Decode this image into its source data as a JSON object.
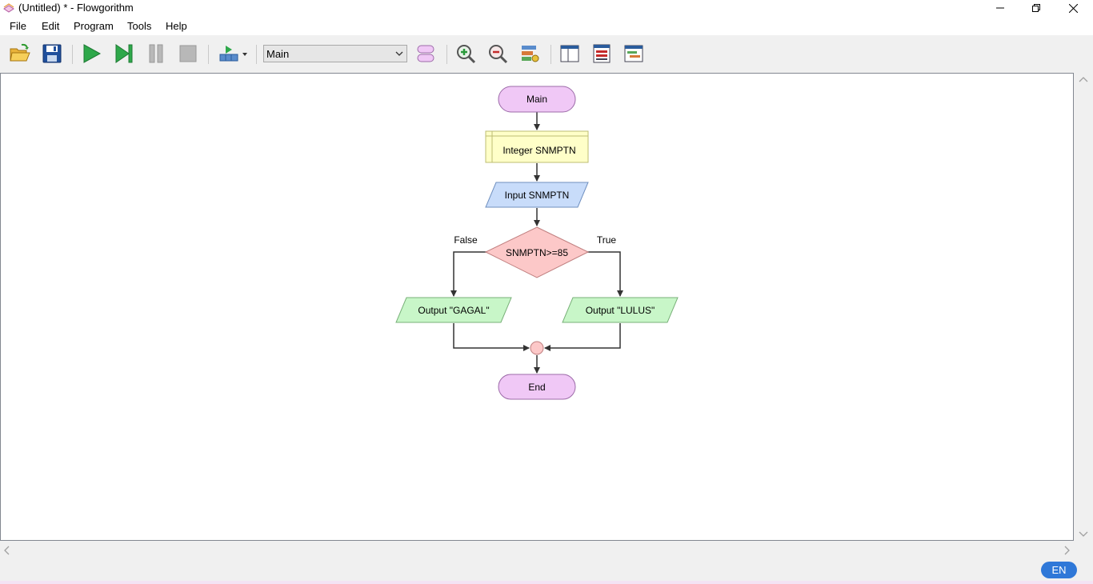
{
  "window": {
    "title": "(Untitled) * - Flowgorithm",
    "icon": "flowgorithm-app-icon"
  },
  "menu": {
    "items": [
      "File",
      "Edit",
      "Program",
      "Tools",
      "Help"
    ]
  },
  "toolbar": {
    "buttons": [
      {
        "name": "open-button",
        "icon": "folder-open-icon"
      },
      {
        "name": "save-button",
        "icon": "floppy-disk-icon"
      },
      {
        "name": "run-button",
        "icon": "play-icon"
      },
      {
        "name": "step-button",
        "icon": "step-forward-icon"
      },
      {
        "name": "pause-button",
        "icon": "pause-icon"
      },
      {
        "name": "stop-button",
        "icon": "stop-icon"
      },
      {
        "name": "layout-menu-button",
        "icon": "run-speed-icon"
      },
      {
        "name": "add-function-button",
        "icon": "function-icon"
      },
      {
        "name": "zoom-in-button",
        "icon": "zoom-in-icon"
      },
      {
        "name": "zoom-out-button",
        "icon": "zoom-out-icon"
      },
      {
        "name": "variable-watch-button",
        "icon": "variable-watch-icon"
      },
      {
        "name": "layout-split-button",
        "icon": "layout-split-icon"
      },
      {
        "name": "source-code-button",
        "icon": "source-code-icon"
      },
      {
        "name": "console-button",
        "icon": "console-icon"
      }
    ],
    "function_select": {
      "value": "Main"
    }
  },
  "flowchart": {
    "start_label": "Main",
    "declare_label": "Integer SNMPTN",
    "input_label": "Input SNMPTN",
    "decision_label": "SNMPTN>=85",
    "false_label": "False",
    "true_label": "True",
    "output_false_label": "Output \"GAGAL\"",
    "output_true_label": "Output \"LULUS\"",
    "end_label": "End",
    "colors": {
      "terminal_fill": "#f0c8f6",
      "terminal_stroke": "#9c6ba8",
      "declare_fill": "#ffffc8",
      "declare_stroke": "#bcbc72",
      "input_fill": "#c8dcfa",
      "input_stroke": "#6f8fbf",
      "decision_fill": "#fcc8c8",
      "decision_stroke": "#c07f7f",
      "output_fill": "#c8f6c8",
      "output_stroke": "#78b078",
      "connector_fill": "#fcc8c8"
    }
  },
  "status": {
    "language": "EN"
  }
}
